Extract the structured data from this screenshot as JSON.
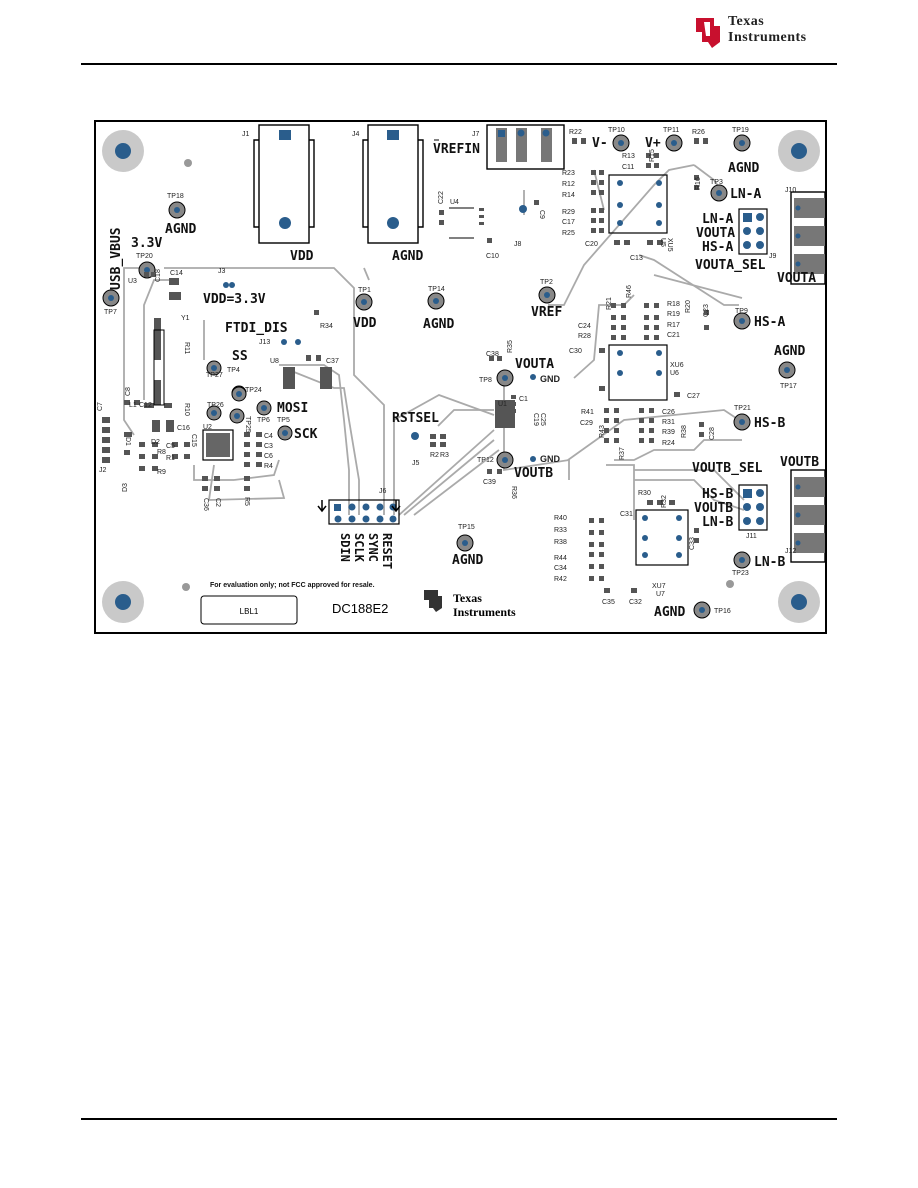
{
  "header": {
    "logo_line1": "Texas",
    "logo_line2": "Instruments"
  },
  "board": {
    "brand_line1": "Texas",
    "brand_line2": "Instruments",
    "part_number": "DC188E2",
    "disclaimer": "For evaluation only; not FCC approved for resale.",
    "label_box": "LBL1",
    "nets": {
      "vdd1": "VDD",
      "agnd_j4": "AGND",
      "vrefin": "VREFIN",
      "vminus": "V-",
      "vplus": "V+",
      "agnd_tp19": "AGND",
      "agnd_tp18": "AGND",
      "usb_vbus": "USB_VBUS",
      "v33": "3.3V",
      "vdd33": "VDD=3.3V",
      "vdd_tp1": "VDD",
      "agnd_tp14": "AGND",
      "vref": "VREF",
      "ftdi_dis": "FTDI_DIS",
      "ss": "SS",
      "mosi": "MOSI",
      "sck": "SCK",
      "vouta": "VOUTA",
      "gnd1": "GND",
      "rstsel": "RSTSEL",
      "voutb": "VOUTB",
      "gnd2": "GND",
      "ln_a_tp": "LN-A",
      "ln_a": "LN-A",
      "vouta_sel_pin": "VOUTA",
      "hs_a": "HS-A",
      "vouta_sel": "VOUTA_SEL",
      "vouta_conn": "VOUTA",
      "hs_a_tp": "HS-A",
      "agnd_tp17": "AGND",
      "hs_b_tp": "HS-B",
      "voutb_sel": "VOUTB_SEL",
      "voutb_conn": "VOUTB",
      "hs_b": "HS-B",
      "voutb_sel_pin": "VOUTB",
      "ln_b": "LN-B",
      "ln_b_tp": "LN-B",
      "agnd_tp15": "AGND",
      "agnd_tp16": "AGND",
      "sdin": "SDIN",
      "sclk": "SCLK",
      "sync": "SYNC",
      "reset": "RESET"
    },
    "refs": {
      "j1": "J1",
      "j4": "J4",
      "j7": "J7",
      "j8": "J8",
      "j9": "J9",
      "j10": "J10",
      "j11": "J11",
      "j12": "J12",
      "j13": "J13",
      "j2": "J2",
      "j3": "J3",
      "j5": "J5",
      "j6": "J6",
      "tp10": "TP10",
      "tp11": "TP11",
      "tp19": "TP19",
      "tp18": "TP18",
      "tp20": "TP20",
      "tp7": "TP7",
      "tp1": "TP1",
      "tp14": "TP14",
      "tp2": "TP2",
      "tp3": "TP3",
      "tp9": "TP9",
      "tp17": "TP17",
      "tp21": "TP21",
      "tp23": "TP23",
      "tp16": "TP16",
      "tp15": "TP15",
      "tp8": "TP8",
      "tp12": "TP12",
      "tp4": "TP4",
      "tp5": "TP5",
      "tp6": "TP6",
      "tp24": "TP24",
      "tp25": "TP25",
      "tp26": "TP26",
      "tp27": "TP27",
      "u1": "U1",
      "u2": "U2",
      "u3": "U3",
      "u4": "U4",
      "u6": "U6",
      "u7": "U7",
      "u8": "U8",
      "xu5": "XU5",
      "xu6": "XU6",
      "xu7": "XU7",
      "u5": "U5",
      "y1": "Y1",
      "r22": "R22",
      "r26": "R26",
      "r13": "R13",
      "r15": "R15",
      "c11": "C11",
      "r23": "R23",
      "r12": "R12",
      "r14": "R14",
      "r29": "R29",
      "c17": "C17",
      "r25": "R25",
      "c20": "C20",
      "c13": "C13",
      "r16": "R16",
      "c22": "C22",
      "c9": "C9",
      "c10": "C10",
      "c14": "C14",
      "c18": "C18",
      "r11": "R11",
      "r10": "R10",
      "c8": "C8",
      "c7": "C7",
      "l1": "L1",
      "c12": "C12",
      "c16": "C16",
      "c15": "C15",
      "d1": "D1",
      "d2": "D2",
      "d3": "D3",
      "c5": "C5",
      "r1": "R1",
      "r8": "R8",
      "r9": "R9",
      "c4": "C4",
      "c3": "C3",
      "c6": "C6",
      "r4": "R4",
      "r5": "R5",
      "c36": "C36",
      "c2": "C2",
      "r34": "R34",
      "c37": "C37",
      "r35": "R35",
      "c38": "C38",
      "c1": "C1",
      "c19": "C19",
      "c25": "C25",
      "r2": "R2",
      "r3": "R3",
      "r36": "R36",
      "c39": "C39",
      "r21": "R21",
      "r46": "R46",
      "r18": "R18",
      "r19": "R19",
      "r20": "R20",
      "c23": "C23",
      "r17": "R17",
      "c21": "C21",
      "c24": "C24",
      "r28": "R28",
      "c30": "C30",
      "c27": "C27",
      "r41": "R41",
      "c29": "C29",
      "r43": "R43",
      "r37": "R37",
      "c26": "C26",
      "r31": "R31",
      "r39": "R39",
      "r24": "R24",
      "r38": "R38",
      "c28": "C28",
      "r40": "R40",
      "r33": "R33",
      "r44": "R44",
      "c34": "C34",
      "r42": "R42",
      "c31": "C31",
      "r30": "R30",
      "r32": "R32",
      "c33": "C33",
      "c35": "C35",
      "c32": "C32"
    }
  }
}
